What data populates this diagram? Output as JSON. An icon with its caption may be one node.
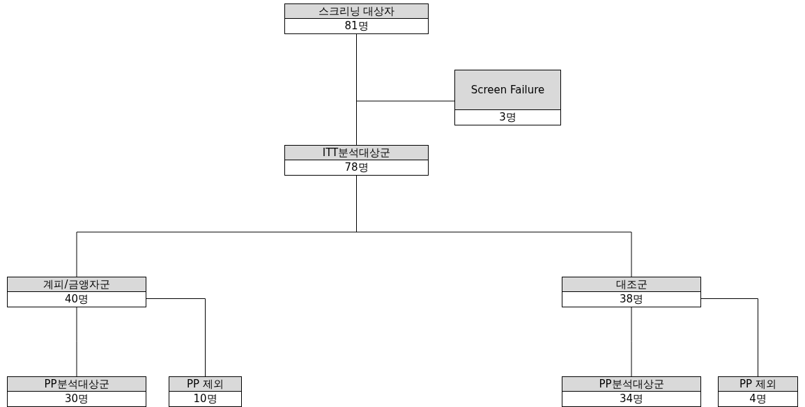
{
  "diagram": {
    "nodes": [
      {
        "text": [
          "스크리닝 대상자",
          "81명"
        ]
      },
      {
        "text": [
          "Screen Failure",
          "3명"
        ]
      },
      {
        "text": [
          "ITT분석대상군",
          "78명"
        ]
      },
      {
        "text": [
          "계피/금앵자군",
          "40명"
        ]
      },
      {
        "text": [
          "대조군",
          "38명"
        ]
      },
      {
        "text": [
          "PP분석대상군",
          "30명"
        ]
      },
      {
        "text": [
          "PP 제외",
          "10명"
        ]
      },
      {
        "text": [
          "PP분석대상군",
          "34명"
        ]
      },
      {
        "text": [
          "PP 제외",
          "4명"
        ]
      }
    ],
    "edges": [
      {
        "from": 0,
        "to": 2,
        "arrow": "none"
      },
      {
        "from": 0,
        "to": 1,
        "arrow": "none"
      },
      {
        "from": 2,
        "to": 3,
        "arrow": "none"
      },
      {
        "from": 2,
        "to": 4,
        "arrow": "none"
      },
      {
        "from": 3,
        "to": 5,
        "arrow": "none"
      },
      {
        "from": 3,
        "to": 6,
        "arrow": "none"
      },
      {
        "from": 4,
        "to": 7,
        "arrow": "none"
      },
      {
        "from": 4,
        "to": 8,
        "arrow": "none"
      }
    ]
  }
}
